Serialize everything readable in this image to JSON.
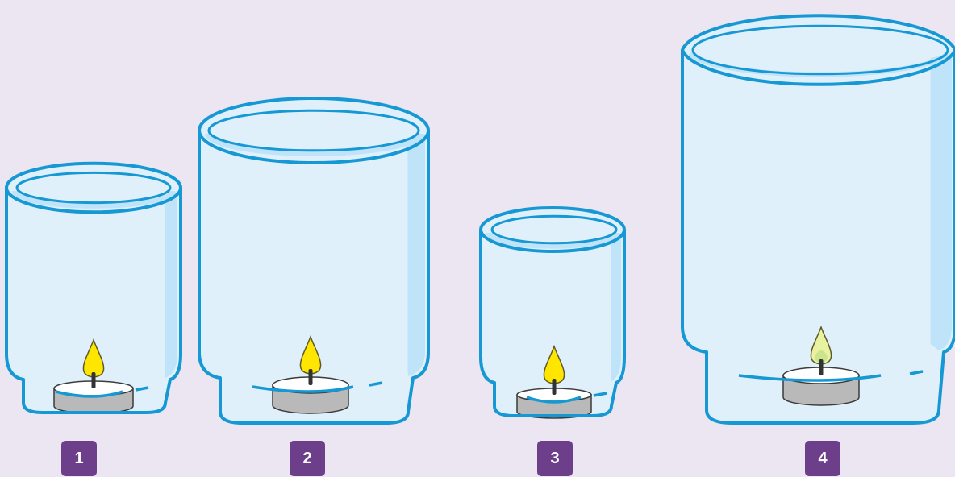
{
  "colors": {
    "background": "#ece6f3",
    "glass_fill": "#dff0fb",
    "glass_shade": "#bfe3f8",
    "glass_outline": "#1598d3",
    "tealight_tin": "#b9b9b9",
    "tealight_wax": "#ffffff",
    "flame_yellow": "#ffe600",
    "flame_outline": "#5f5a2a",
    "label_box": "#6d3f8a",
    "label_text": "#ffffff"
  },
  "icons": [
    "glass-jar-icon",
    "tealight-candle-icon",
    "flame-icon"
  ],
  "setups": [
    {
      "label": "1",
      "jar_size": "medium",
      "flame": "lit"
    },
    {
      "label": "2",
      "jar_size": "large",
      "flame": "lit"
    },
    {
      "label": "3",
      "jar_size": "small",
      "flame": "lit"
    },
    {
      "label": "4",
      "jar_size": "extra-large",
      "flame": "fading"
    }
  ]
}
